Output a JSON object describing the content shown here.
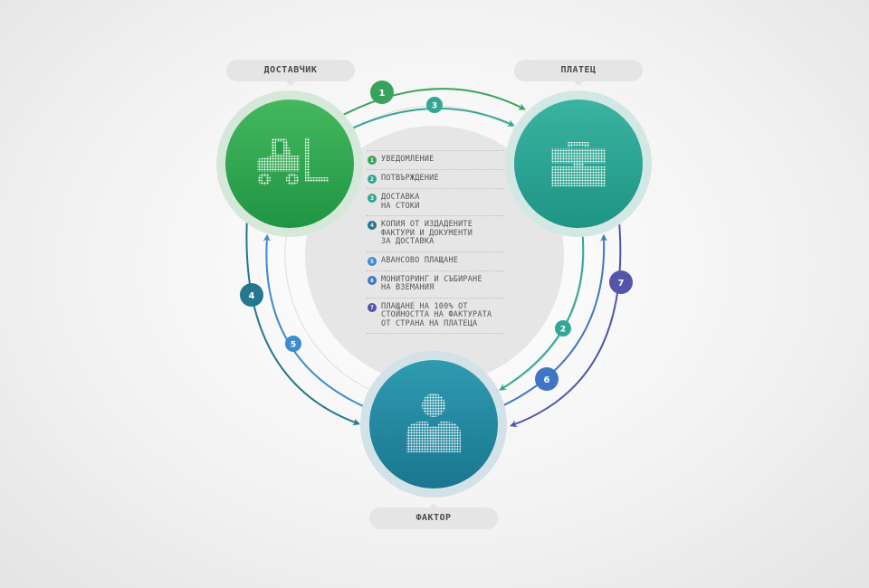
{
  "nodes": {
    "supplier": {
      "label": "ДОСТАВЧИК",
      "icon": "forklift-icon"
    },
    "payer": {
      "label": "ПЛАТЕЦ",
      "icon": "briefcase-icon"
    },
    "factor": {
      "label": "ФАКТОР",
      "icon": "businessman-icon"
    }
  },
  "steps": [
    {
      "num": "1",
      "text": "УВЕДОМЛЕНИЕ",
      "color": "#3aa35b"
    },
    {
      "num": "2",
      "text": "ПОТВЪРЖДЕНИЕ",
      "color": "#35a696"
    },
    {
      "num": "3",
      "text": "ДОСТАВКА\nНА СТОКИ",
      "color": "#35a696"
    },
    {
      "num": "4",
      "text": "КОПИЯ ОТ ИЗДАДЕНИТЕ\nФАКТУРИ И ДОКУМЕНТИ\nЗА ДОСТАВКА",
      "color": "#23788e"
    },
    {
      "num": "5",
      "text": "АВАНСОВО ПЛАЩАНЕ",
      "color": "#3c8ccf"
    },
    {
      "num": "6",
      "text": "МОНИТОРИНГ И СЪБИРАНЕ\nНА ВЗЕМАНИЯ",
      "color": "#3f76c3"
    },
    {
      "num": "7",
      "text": "ПЛАЩАНЕ НА 100% ОТ\nСТОЙНОСТТА НА ФАКТУРАТА\nОТ СТРАНА НА ПЛАТЕЦА",
      "color": "#5356a8"
    }
  ],
  "colors": {
    "supplier": "#2fa24f",
    "payer": "#2ea595",
    "factor": "#22879c"
  }
}
